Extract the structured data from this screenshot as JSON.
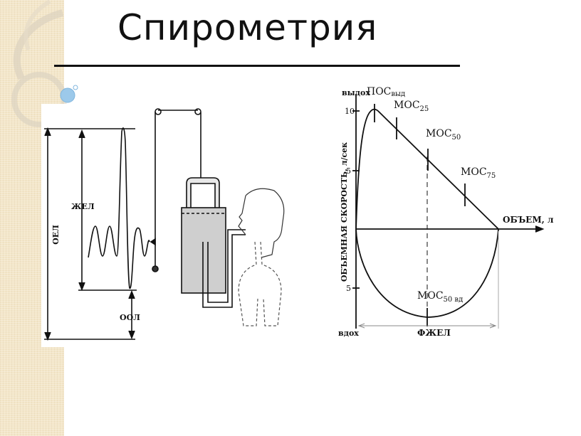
{
  "slide": {
    "title": "Спирометрия"
  },
  "left_diagram": {
    "labels": {
      "oel": "ОЕЛ",
      "zhel": "ЖЕЛ",
      "ool": "ООЛ"
    }
  },
  "right_diagram": {
    "y_top": "выдох",
    "y_bottom": "вдох",
    "y_axis_label": "ОБЪЕМНАЯ СКОРОСТЬ, л/сек",
    "x_axis_label": "ОБЪЕМ, л",
    "ticks": [
      "10",
      "5",
      "5"
    ],
    "fzhel": "ФЖЕЛ",
    "pos_main": "ПОС",
    "pos_sub": "выд",
    "mos25_main": "МОС",
    "mos25_sub": "25",
    "mos50_main": "МОС",
    "mos50_sub": "50",
    "mos75_main": "МОС",
    "mos75_sub": "75",
    "mos50vd_main": "МОС",
    "mos50vd_sub": "50 вд"
  },
  "colors": {
    "strip": "#f3e6c9",
    "bubble": "#9cc9ea",
    "ink": "#111111"
  }
}
